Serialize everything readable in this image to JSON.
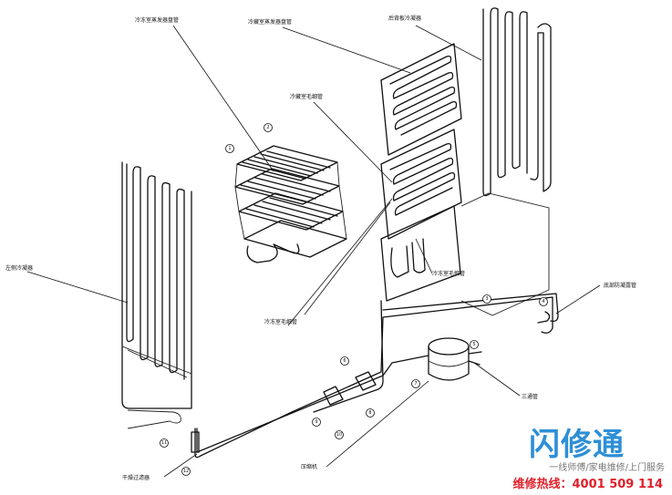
{
  "labels": {
    "freezer_evaporator_tube": "冷冻室蒸发器盘管",
    "fridge_evaporator_tube": "冷藏室蒸发器盘管",
    "back_condenser": "后背板冷凝器",
    "fridge_capillary": "冷藏室毛细管",
    "left_condenser": "左侧冷凝器",
    "freezer_capillary_a": "冷冻室毛细管",
    "freezer_capillary_b": "冷冻室毛细管",
    "bottom_anti_condensation": "底部防凝露管",
    "three_way": "三通管",
    "compressor": "压缩机",
    "dry_filter": "干燥过滤器"
  },
  "callout_numbers": [
    "1",
    "2",
    "3",
    "4",
    "5",
    "6",
    "7",
    "8",
    "9",
    "10",
    "11",
    "12"
  ],
  "brand": {
    "name": "闪修通",
    "slogan": "一线师傅/家电维修/上门服务",
    "hotline": "维修热线：4001 509 114"
  },
  "colors": {
    "brand_blue": "#2e8fd6",
    "hotline_red": "#e0202a",
    "line": "#111111"
  }
}
